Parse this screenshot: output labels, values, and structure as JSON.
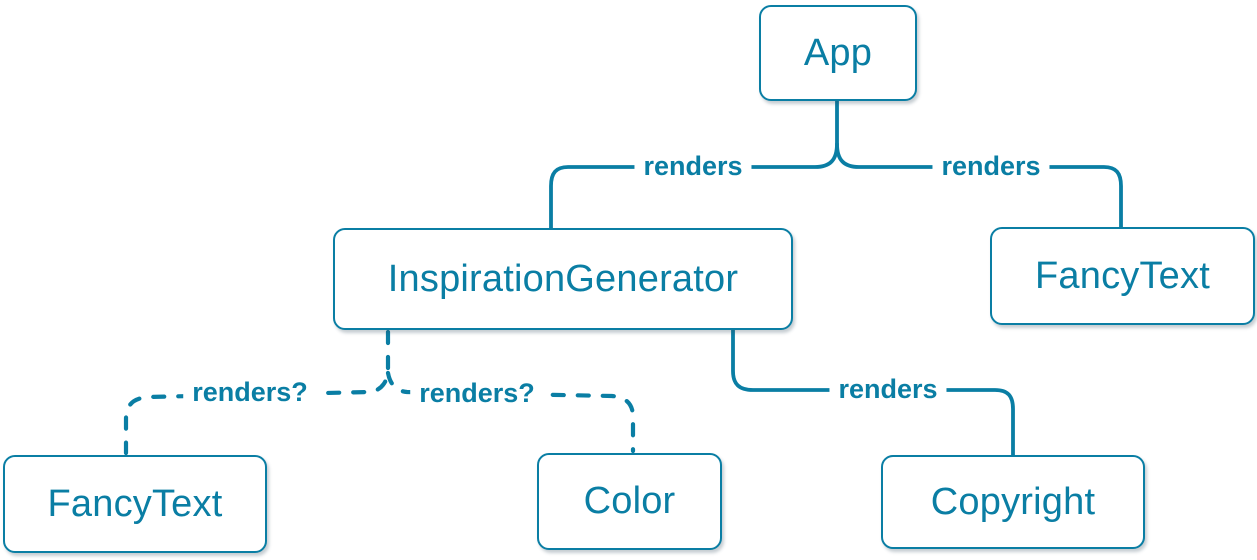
{
  "diagram": {
    "type": "tree",
    "description": "Component render tree",
    "colors": {
      "accent": "#0a7ea4",
      "node_background": "#ffffff"
    },
    "nodes": [
      {
        "id": "app",
        "label": "App"
      },
      {
        "id": "inspiration-generator",
        "label": "InspirationGenerator"
      },
      {
        "id": "fancy-text-top",
        "label": "FancyText"
      },
      {
        "id": "fancy-text-bottom",
        "label": "FancyText"
      },
      {
        "id": "color",
        "label": "Color"
      },
      {
        "id": "copyright",
        "label": "Copyright"
      }
    ],
    "edges": [
      {
        "from": "App",
        "to": "InspirationGenerator",
        "label": "renders",
        "style": "solid"
      },
      {
        "from": "App",
        "to": "FancyText",
        "label": "renders",
        "style": "solid"
      },
      {
        "from": "InspirationGenerator",
        "to": "FancyText",
        "label": "renders?",
        "style": "dashed"
      },
      {
        "from": "InspirationGenerator",
        "to": "Color",
        "label": "renders?",
        "style": "dashed"
      },
      {
        "from": "InspirationGenerator",
        "to": "Copyright",
        "label": "renders",
        "style": "solid"
      }
    ]
  }
}
